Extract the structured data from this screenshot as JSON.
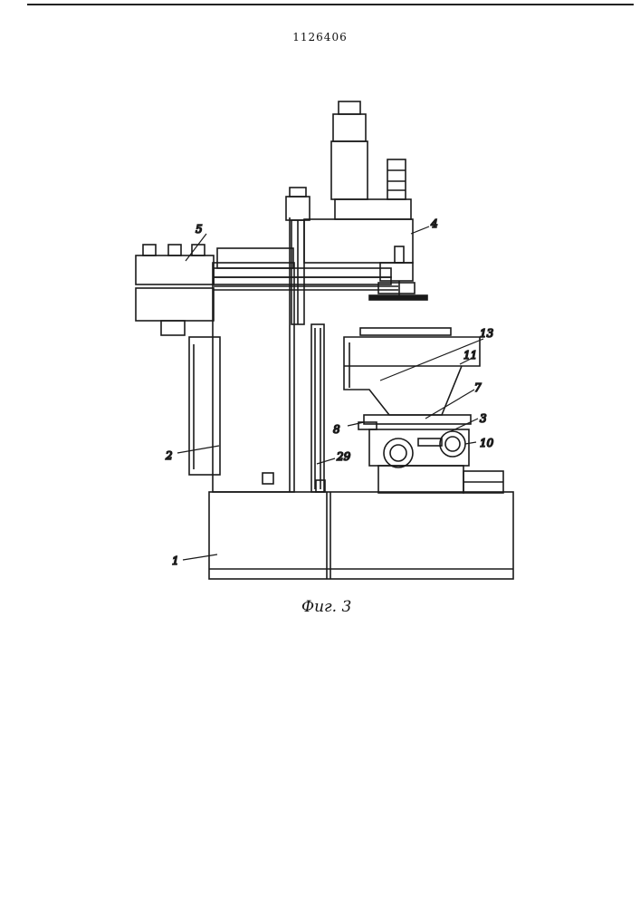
{
  "document": {
    "patent_number": "1126406",
    "figure_caption": "Фиг. 3"
  },
  "callouts": {
    "c1": "1",
    "c2": "2",
    "c3": "3",
    "c4": "4",
    "c5": "5",
    "c7": "7",
    "c8": "8",
    "c10": "10",
    "c11": "11",
    "c13": "13",
    "c29": "29"
  }
}
